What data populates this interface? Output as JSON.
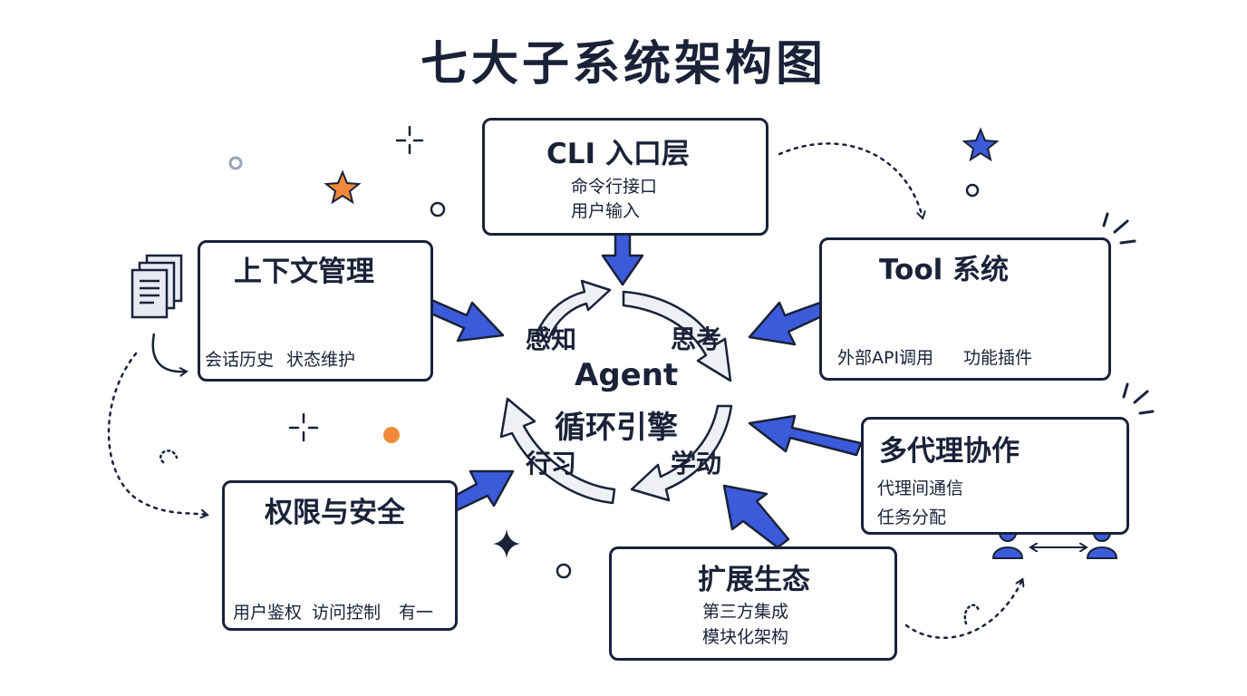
{
  "title": "七大子系统架构图",
  "center": {
    "line1": "Agent",
    "line2": "循环引擎",
    "stages": [
      "感知",
      "思考",
      "学动",
      "行习"
    ]
  },
  "modules": {
    "cli": {
      "title": "CLI 入口层",
      "lines": [
        "命令行接口",
        "用户输入"
      ]
    },
    "tool": {
      "title": "Tool 系统",
      "labels": [
        "外部API调用",
        "功能插件"
      ]
    },
    "context": {
      "title": "上下文管理",
      "labels": [
        "会话历史",
        "状态维护"
      ]
    },
    "security": {
      "title": "权限与安全",
      "labels": [
        "用户鉴权",
        "访问控制",
        "有一"
      ]
    },
    "multi": {
      "title": "多代理协作",
      "lines": [
        "代理间通信",
        "任务分配"
      ]
    },
    "ext": {
      "title": "扩展生态",
      "lines": [
        "第三方集成",
        "模块化架构"
      ]
    }
  },
  "colors": {
    "ink": "#1a2238",
    "blue": "#3b5bdb",
    "orange": "#f08a3a",
    "gray": "#9aa3b5"
  },
  "icons": [
    "terminal-icon",
    "chat-user-icon",
    "wrench-screwdriver-icon",
    "gear-icon",
    "hammer-icon",
    "puzzle-icon",
    "document-icon",
    "chip-icon",
    "database-icon",
    "document-stack-icon",
    "shield-icon",
    "lock-icon",
    "key-icon",
    "network-users-icon",
    "chat-icon",
    "plug-icon",
    "cube-icon",
    "star-icon",
    "sparkle-icon"
  ]
}
